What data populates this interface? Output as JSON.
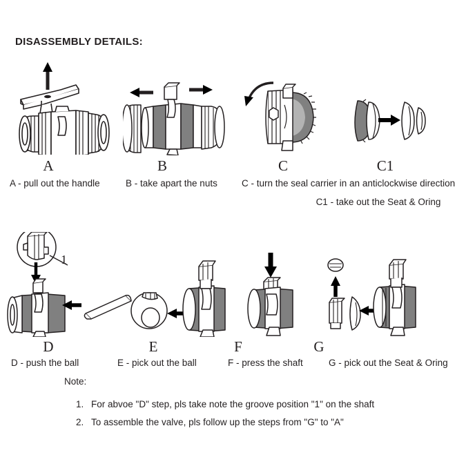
{
  "title": "DISASSEMBLY DETAILS:",
  "steps_row1": [
    {
      "letter": "A",
      "caption": "A - pull out the handle",
      "icon": "ball-valve-handle-pull"
    },
    {
      "letter": "B",
      "caption": "B - take apart the nuts",
      "icon": "ball-valve-nuts-apart"
    },
    {
      "letter": "C",
      "caption": "C - turn the seal carrier in an anticlockwise direction",
      "icon": "seal-carrier-rotate"
    },
    {
      "letter": "C1",
      "caption": "C1 - take out the Seat & Oring",
      "icon": "seat-oring-separate"
    }
  ],
  "steps_row2": [
    {
      "letter": "D",
      "caption": "D - push the ball",
      "icon": "push-ball-with-rod",
      "callout": "1"
    },
    {
      "letter": "E",
      "caption": "E - pick out the ball",
      "icon": "ball-removed"
    },
    {
      "letter": "F",
      "caption": "F - press the shaft",
      "icon": "press-shaft-down"
    },
    {
      "letter": "G",
      "caption": "G - pick out the Seat & Oring",
      "icon": "extract-seat-oring"
    }
  ],
  "notes": {
    "label": "Note:",
    "items": [
      {
        "num": "1.",
        "text": "For abvoe \"D\" step, pls take note the groove position \"1\" on the shaft"
      },
      {
        "num": "2.",
        "text": "To assemble the valve, pls follow up the steps from \"G\" to \"A\""
      }
    ]
  },
  "colors": {
    "ink": "#231f20",
    "shade": "#808080",
    "light_shade": "#b3b3b3",
    "background": "#ffffff"
  }
}
